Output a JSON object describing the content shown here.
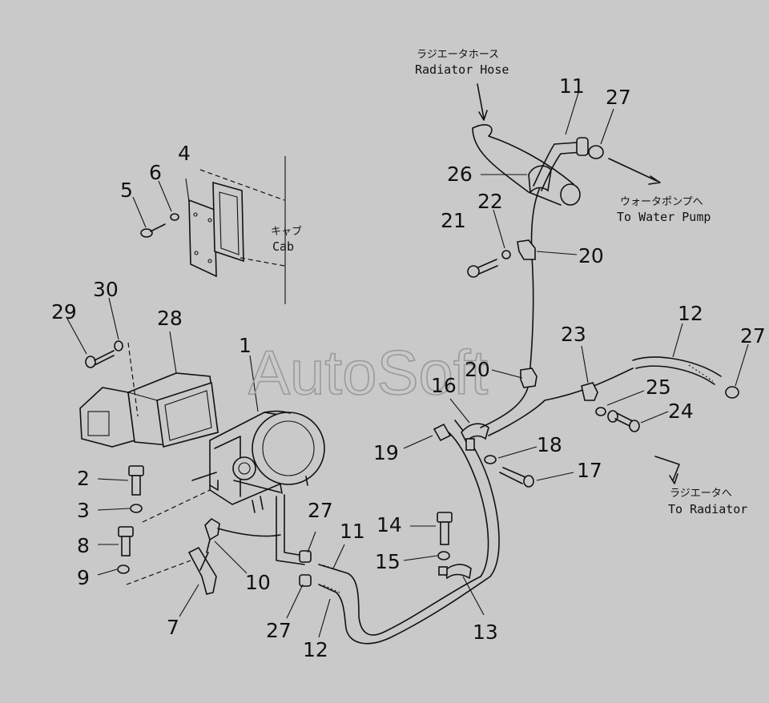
{
  "watermark": "AutoSoft",
  "annotations": {
    "radiator_hose_jp": "ラジエータホース",
    "radiator_hose_en": "Radiator  Hose",
    "cab_jp": "キャブ",
    "cab_en": "Cab",
    "water_pump_jp": "ウォータポンプへ",
    "water_pump_en": "To  Water  Pump",
    "radiator_jp": "ラジエータへ",
    "radiator_en": "To  Radiator"
  },
  "callouts": [
    "1",
    "2",
    "3",
    "4",
    "5",
    "6",
    "7",
    "8",
    "9",
    "10",
    "11",
    "12",
    "13",
    "14",
    "15",
    "16",
    "17",
    "18",
    "19",
    "20",
    "21",
    "22",
    "23",
    "24",
    "25",
    "26",
    "27",
    "28",
    "29",
    "30"
  ],
  "colors": {
    "background": "#c9c9c9",
    "ink": "#111111",
    "watermark": "#9a9a9a"
  }
}
